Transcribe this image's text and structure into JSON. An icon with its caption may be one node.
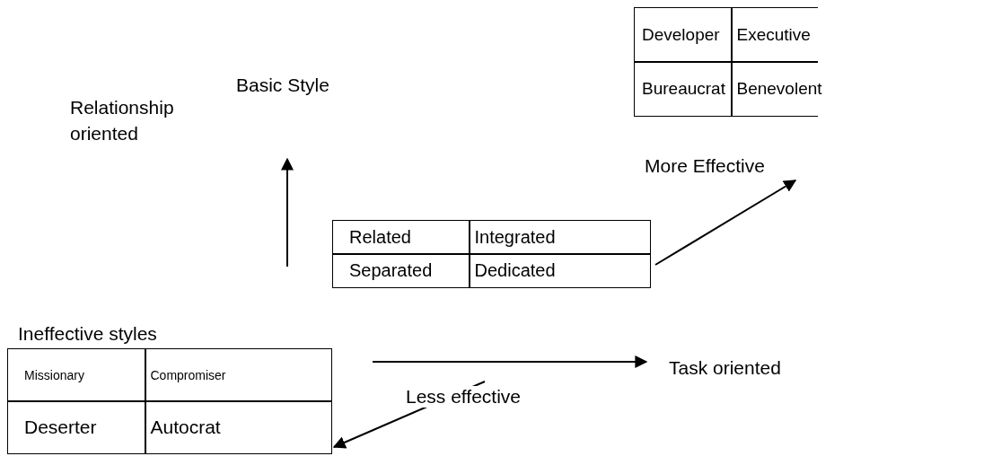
{
  "diagram": {
    "nodes": [
      {
        "text": [
          "Developer",
          "Executive",
          "Bureaucrat",
          "Benevolent"
        ]
      },
      {
        "text": [
          "Related",
          "Integrated",
          "Separated",
          "Dedicated"
        ]
      },
      {
        "text": [
          "More Effective"
        ]
      },
      {
        "text": [
          "Ineffective styles",
          "Missionary",
          "Compromiser",
          "Deserter",
          "Autocrat"
        ]
      }
    ],
    "edges": [
      {
        "from": 1,
        "to": 2,
        "arrow": "to"
      },
      {
        "from": null,
        "to": 3,
        "arrow": "to",
        "label": "Less effective"
      }
    ],
    "labels": [
      "Basic Style",
      "Relationship oriented",
      "Task oriented"
    ]
  }
}
